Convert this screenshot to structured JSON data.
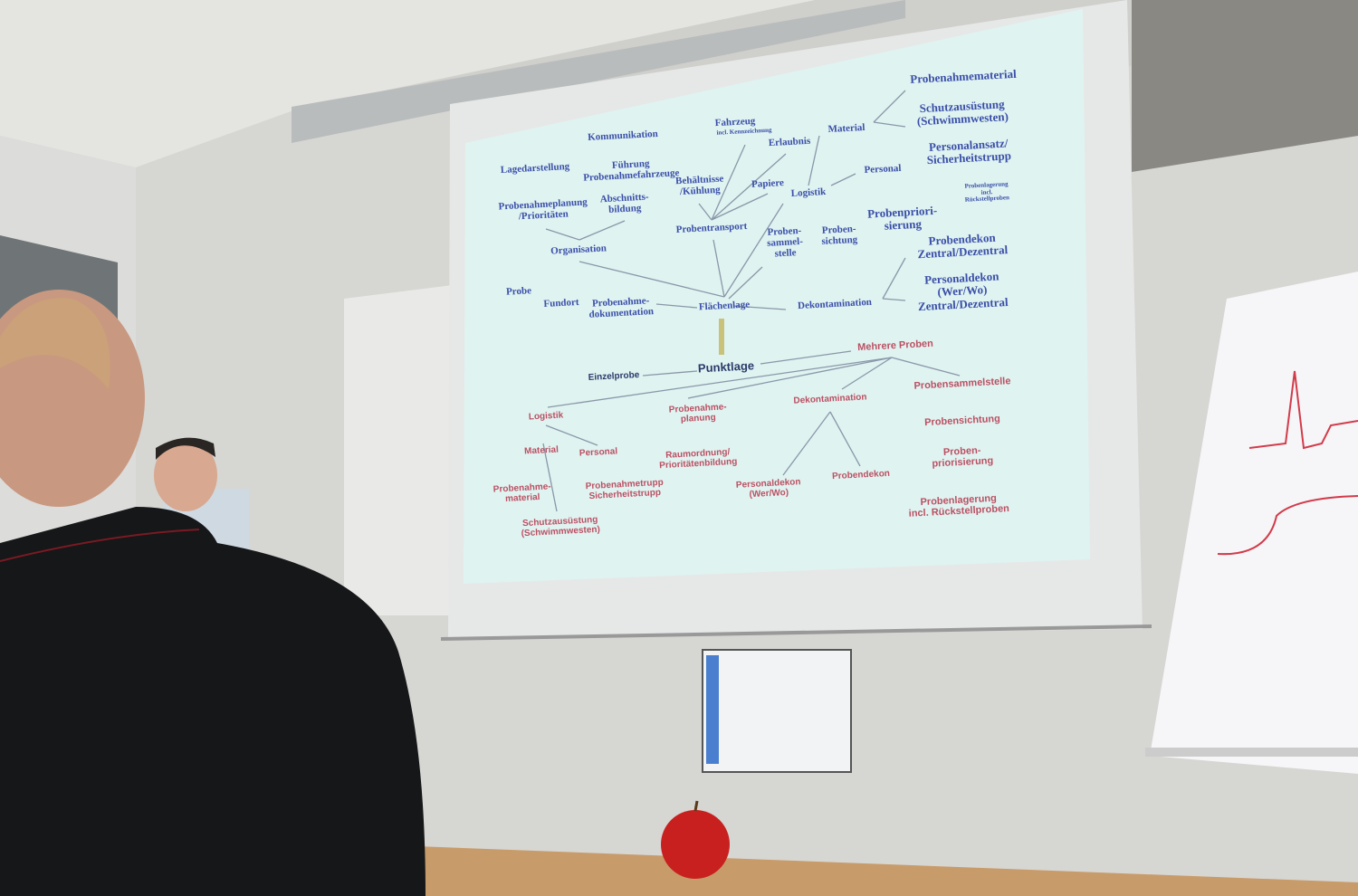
{
  "slide": {
    "upper_labels": {
      "probenahmematerial": "Probenahmematerial",
      "schutz": "Schutzausüstung\n(Schwimmwesten)",
      "personalansatz": "Personalansatz/\nSicherheitstrupp",
      "probenlagerung": "Probenlagerung\nincl.\nRückstellproben",
      "probendekon": "Probendekon\nZentral/Dezentral",
      "personaldekon": "Personaldekon\n(Wer/Wo)\nZentral/Dezentral",
      "material": "Material",
      "erlaubnis": "Erlaubnis",
      "fahrzeug": "Fahrzeug",
      "fahrzeug_sub": "incl. Kennzeichnung",
      "kommunikation": "Kommunikation",
      "lagedarstellung": "Lagedarstellung",
      "fuehrung": "Führung\nProbenahmefahrzeuge",
      "behaeltnisse": "Behältnisse\n/Kühlung",
      "papiere": "Papiere",
      "personal": "Personal",
      "logistik": "Logistik",
      "probenahmeplanung": "Probenahmeplanung\n/Prioritäten",
      "abschnitt": "Abschnitts-\nbildung",
      "probentransport": "Probentransport",
      "probensammelstelle": "Proben-\nsammel-\nstelle",
      "probensichtung": "Proben-\nsichtung",
      "probenpriorisierung": "Probenpriori-\nsierung",
      "organisation": "Organisation",
      "probe": "Probe",
      "fundort": "Fundort",
      "dokumentation": "Probenahme-\ndokumentation",
      "flaechenlage": "Flächenlage",
      "dekontamination": "Dekontamination"
    },
    "lower_labels": {
      "punktlage": "Punktlage",
      "einzelprobe": "Einzelprobe",
      "mehrere_proben": "Mehrere Proben",
      "logistik": "Logistik",
      "probenahmeplanung": "Probenahme-\nplanung",
      "dekontamination": "Dekontamination",
      "probensammelstelle": "Probensammelstelle",
      "material": "Material",
      "personal": "Personal",
      "raumordnung": "Raumordnung/\nPrioritätenbildung",
      "probensichtung": "Probensichtung",
      "probenahmematerial": "Probenahme-\nmaterial",
      "probenahmetrupp": "Probenahmetrupp\nSicherheitstrupp",
      "personaldekon": "Personaldekon\n(Wer/Wo)",
      "probendekon": "Probendekon",
      "priorisierung": "Proben-\npriorisierung",
      "schutz": "Schutzausüstung\n(Schwimmwesten)",
      "lagerung": "Probenlagerung\nincl. Rückstellproben"
    }
  },
  "colors": {
    "upper_text": "#3a4fa8",
    "lower_text": "#b5344a",
    "screen": "#dff2f0",
    "wall": "#d9d9d6"
  }
}
